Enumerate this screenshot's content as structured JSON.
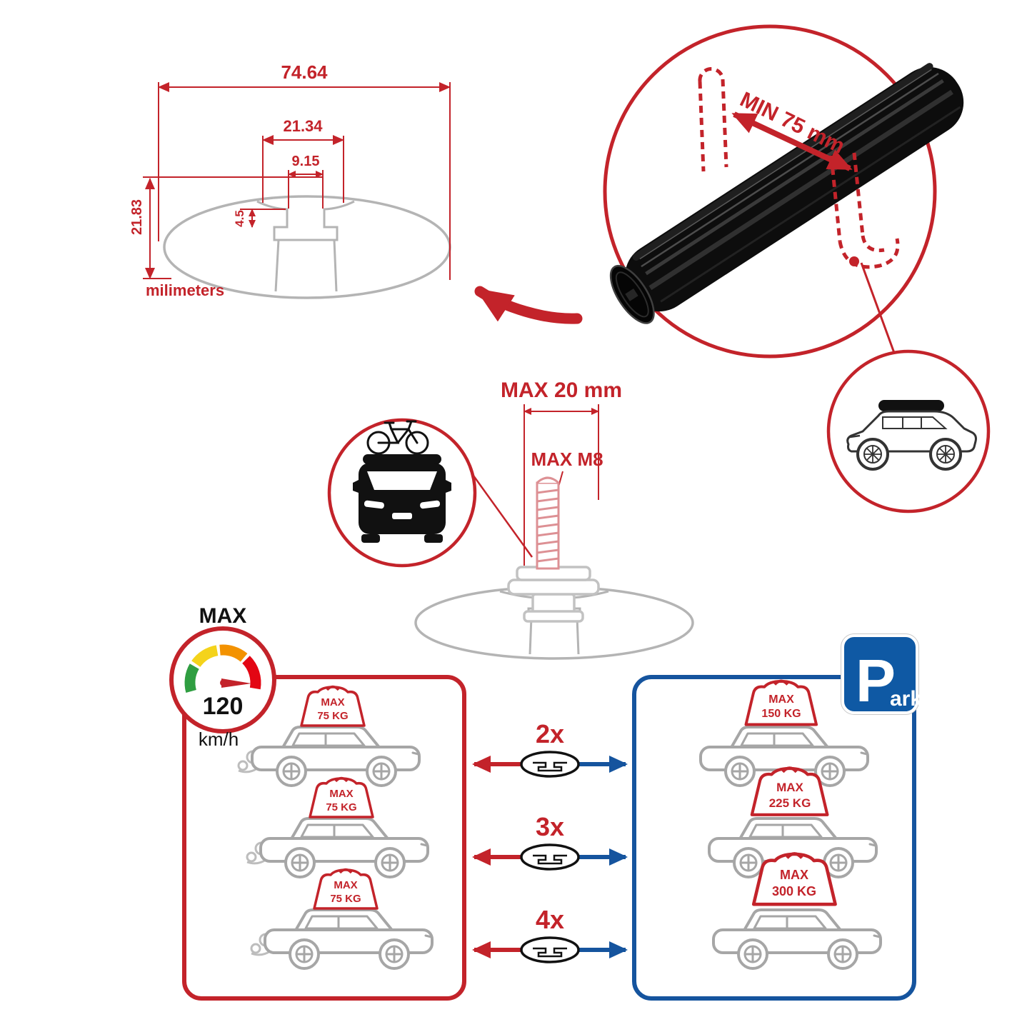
{
  "colors": {
    "accent_red": "#c3232a",
    "accent_blue": "#15549e",
    "park_blue": "#0f59a4",
    "profile_gray": "#b4b4b4",
    "car_gray": "#a6a6a6",
    "bar_black": "#0d0d0d"
  },
  "profile_dimensions": {
    "total_width": "74.64",
    "center_width": "21.34",
    "slot_width": "9.15",
    "step_depth": "4.5",
    "total_height": "21.83",
    "units_label": "milimeters"
  },
  "bar_closeup": {
    "min_clearance_label": "MIN 75 mm"
  },
  "bolt_diagram": {
    "max_length_label": "MAX 20 mm",
    "max_thread_label": "MAX M8"
  },
  "speedometer": {
    "top_label": "MAX",
    "value": "120",
    "unit_label": "km/h"
  },
  "bar_counts": [
    {
      "label": "2x"
    },
    {
      "label": "3x"
    },
    {
      "label": "4x"
    }
  ],
  "driving_panel": {
    "cars": [
      {
        "max_label": "MAX",
        "weight_label": "75 KG"
      },
      {
        "max_label": "MAX",
        "weight_label": "75 KG"
      },
      {
        "max_label": "MAX",
        "weight_label": "75 KG"
      }
    ]
  },
  "parked_panel": {
    "cars": [
      {
        "max_label": "MAX",
        "weight_label": "150 KG"
      },
      {
        "max_label": "MAX",
        "weight_label": "225 KG"
      },
      {
        "max_label": "MAX",
        "weight_label": "300 KG"
      }
    ]
  },
  "park_sign": {
    "letter": "P",
    "suffix": "ark"
  }
}
